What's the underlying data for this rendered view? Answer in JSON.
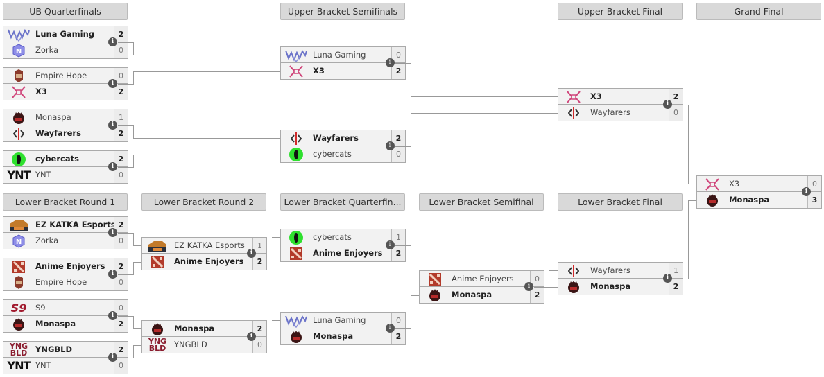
{
  "headers": {
    "ub_quarterfinals": "UB Quarterfinals",
    "ub_semifinals": "Upper Bracket Semifinals",
    "ub_final": "Upper Bracket Final",
    "grand_final": "Grand Final",
    "lb_round1": "Lower Bracket Round 1",
    "lb_round2": "Lower Bracket Round 2",
    "lb_quarterfinal": "Lower Bracket Quarterfin...",
    "lb_semifinal": "Lower Bracket Semifinal",
    "lb_final": "Lower Bracket Final"
  },
  "info_icon_glyph": "i",
  "matches": {
    "ubqf1": {
      "t1": {
        "name": "Luna Gaming",
        "logo": "luna-gaming-logo",
        "score": "2",
        "win": true
      },
      "t2": {
        "name": "Zorka",
        "logo": "zorka-logo",
        "score": "0",
        "win": false
      }
    },
    "ubqf2": {
      "t1": {
        "name": "Empire Hope",
        "logo": "empire-hope-logo",
        "score": "0",
        "win": false
      },
      "t2": {
        "name": "X3",
        "logo": "x3-logo",
        "score": "2",
        "win": true
      }
    },
    "ubqf3": {
      "t1": {
        "name": "Monaspa",
        "logo": "monaspa-logo",
        "score": "1",
        "win": false
      },
      "t2": {
        "name": "Wayfarers",
        "logo": "wayfarers-logo",
        "score": "2",
        "win": true
      }
    },
    "ubqf4": {
      "t1": {
        "name": "cybercats",
        "logo": "cybercats-logo",
        "score": "2",
        "win": true
      },
      "t2": {
        "name": "YNT",
        "logo": "ynt-logo",
        "score": "0",
        "win": false
      }
    },
    "ubsf1": {
      "t1": {
        "name": "Luna Gaming",
        "logo": "luna-gaming-logo",
        "score": "0",
        "win": false
      },
      "t2": {
        "name": "X3",
        "logo": "x3-logo",
        "score": "2",
        "win": true
      }
    },
    "ubsf2": {
      "t1": {
        "name": "Wayfarers",
        "logo": "wayfarers-logo",
        "score": "2",
        "win": true
      },
      "t2": {
        "name": "cybercats",
        "logo": "cybercats-logo",
        "score": "0",
        "win": false
      }
    },
    "ubf": {
      "t1": {
        "name": "X3",
        "logo": "x3-logo",
        "score": "2",
        "win": true
      },
      "t2": {
        "name": "Wayfarers",
        "logo": "wayfarers-logo",
        "score": "0",
        "win": false
      }
    },
    "gf": {
      "t1": {
        "name": "X3",
        "logo": "x3-logo",
        "score": "0",
        "win": false
      },
      "t2": {
        "name": "Monaspa",
        "logo": "monaspa-logo",
        "score": "3",
        "win": true
      }
    },
    "lbr1_1": {
      "t1": {
        "name": "EZ KATKA Esports",
        "logo": "ez-katka-logo",
        "score": "2",
        "win": true
      },
      "t2": {
        "name": "Zorka",
        "logo": "zorka-logo",
        "score": "0",
        "win": false
      }
    },
    "lbr1_2": {
      "t1": {
        "name": "Anime Enjoyers",
        "logo": "dota-logo",
        "score": "2",
        "win": true
      },
      "t2": {
        "name": "Empire Hope",
        "logo": "empire-hope-logo",
        "score": "0",
        "win": false
      }
    },
    "lbr1_3": {
      "t1": {
        "name": "S9",
        "logo": "s9-logo",
        "score": "0",
        "win": false
      },
      "t2": {
        "name": "Monaspa",
        "logo": "monaspa-logo",
        "score": "2",
        "win": true
      }
    },
    "lbr1_4": {
      "t1": {
        "name": "YNGBLD",
        "logo": "yngbld-logo",
        "score": "2",
        "win": true
      },
      "t2": {
        "name": "YNT",
        "logo": "ynt-logo",
        "score": "0",
        "win": false
      }
    },
    "lbr2_1": {
      "t1": {
        "name": "EZ KATKA Esports",
        "logo": "ez-katka-logo",
        "score": "1",
        "win": false
      },
      "t2": {
        "name": "Anime Enjoyers",
        "logo": "dota-logo",
        "score": "2",
        "win": true
      }
    },
    "lbr2_2": {
      "t1": {
        "name": "Monaspa",
        "logo": "monaspa-logo",
        "score": "2",
        "win": true
      },
      "t2": {
        "name": "YNGBLD",
        "logo": "yngbld-logo",
        "score": "0",
        "win": false
      }
    },
    "lbqf1": {
      "t1": {
        "name": "cybercats",
        "logo": "cybercats-logo",
        "score": "1",
        "win": false
      },
      "t2": {
        "name": "Anime Enjoyers",
        "logo": "dota-logo",
        "score": "2",
        "win": true
      }
    },
    "lbqf2": {
      "t1": {
        "name": "Luna Gaming",
        "logo": "luna-gaming-logo",
        "score": "0",
        "win": false
      },
      "t2": {
        "name": "Monaspa",
        "logo": "monaspa-logo",
        "score": "2",
        "win": true
      }
    },
    "lbsf": {
      "t1": {
        "name": "Anime Enjoyers",
        "logo": "dota-logo",
        "score": "0",
        "win": false
      },
      "t2": {
        "name": "Monaspa",
        "logo": "monaspa-logo",
        "score": "2",
        "win": true
      }
    },
    "lbf": {
      "t1": {
        "name": "Wayfarers",
        "logo": "wayfarers-logo",
        "score": "1",
        "win": false
      },
      "t2": {
        "name": "Monaspa",
        "logo": "monaspa-logo",
        "score": "2",
        "win": true
      }
    }
  },
  "logo_text": {
    "ynt": "YNT",
    "s9": "S9",
    "yngbld_top": "YNG",
    "yngbld_bottom": "BLD"
  },
  "colors": {
    "header_bg": "#d9d9d9",
    "row_bg": "#f2f2f2",
    "score_bg": "#ececec",
    "connector": "#999999",
    "info_icon": "#555555"
  }
}
